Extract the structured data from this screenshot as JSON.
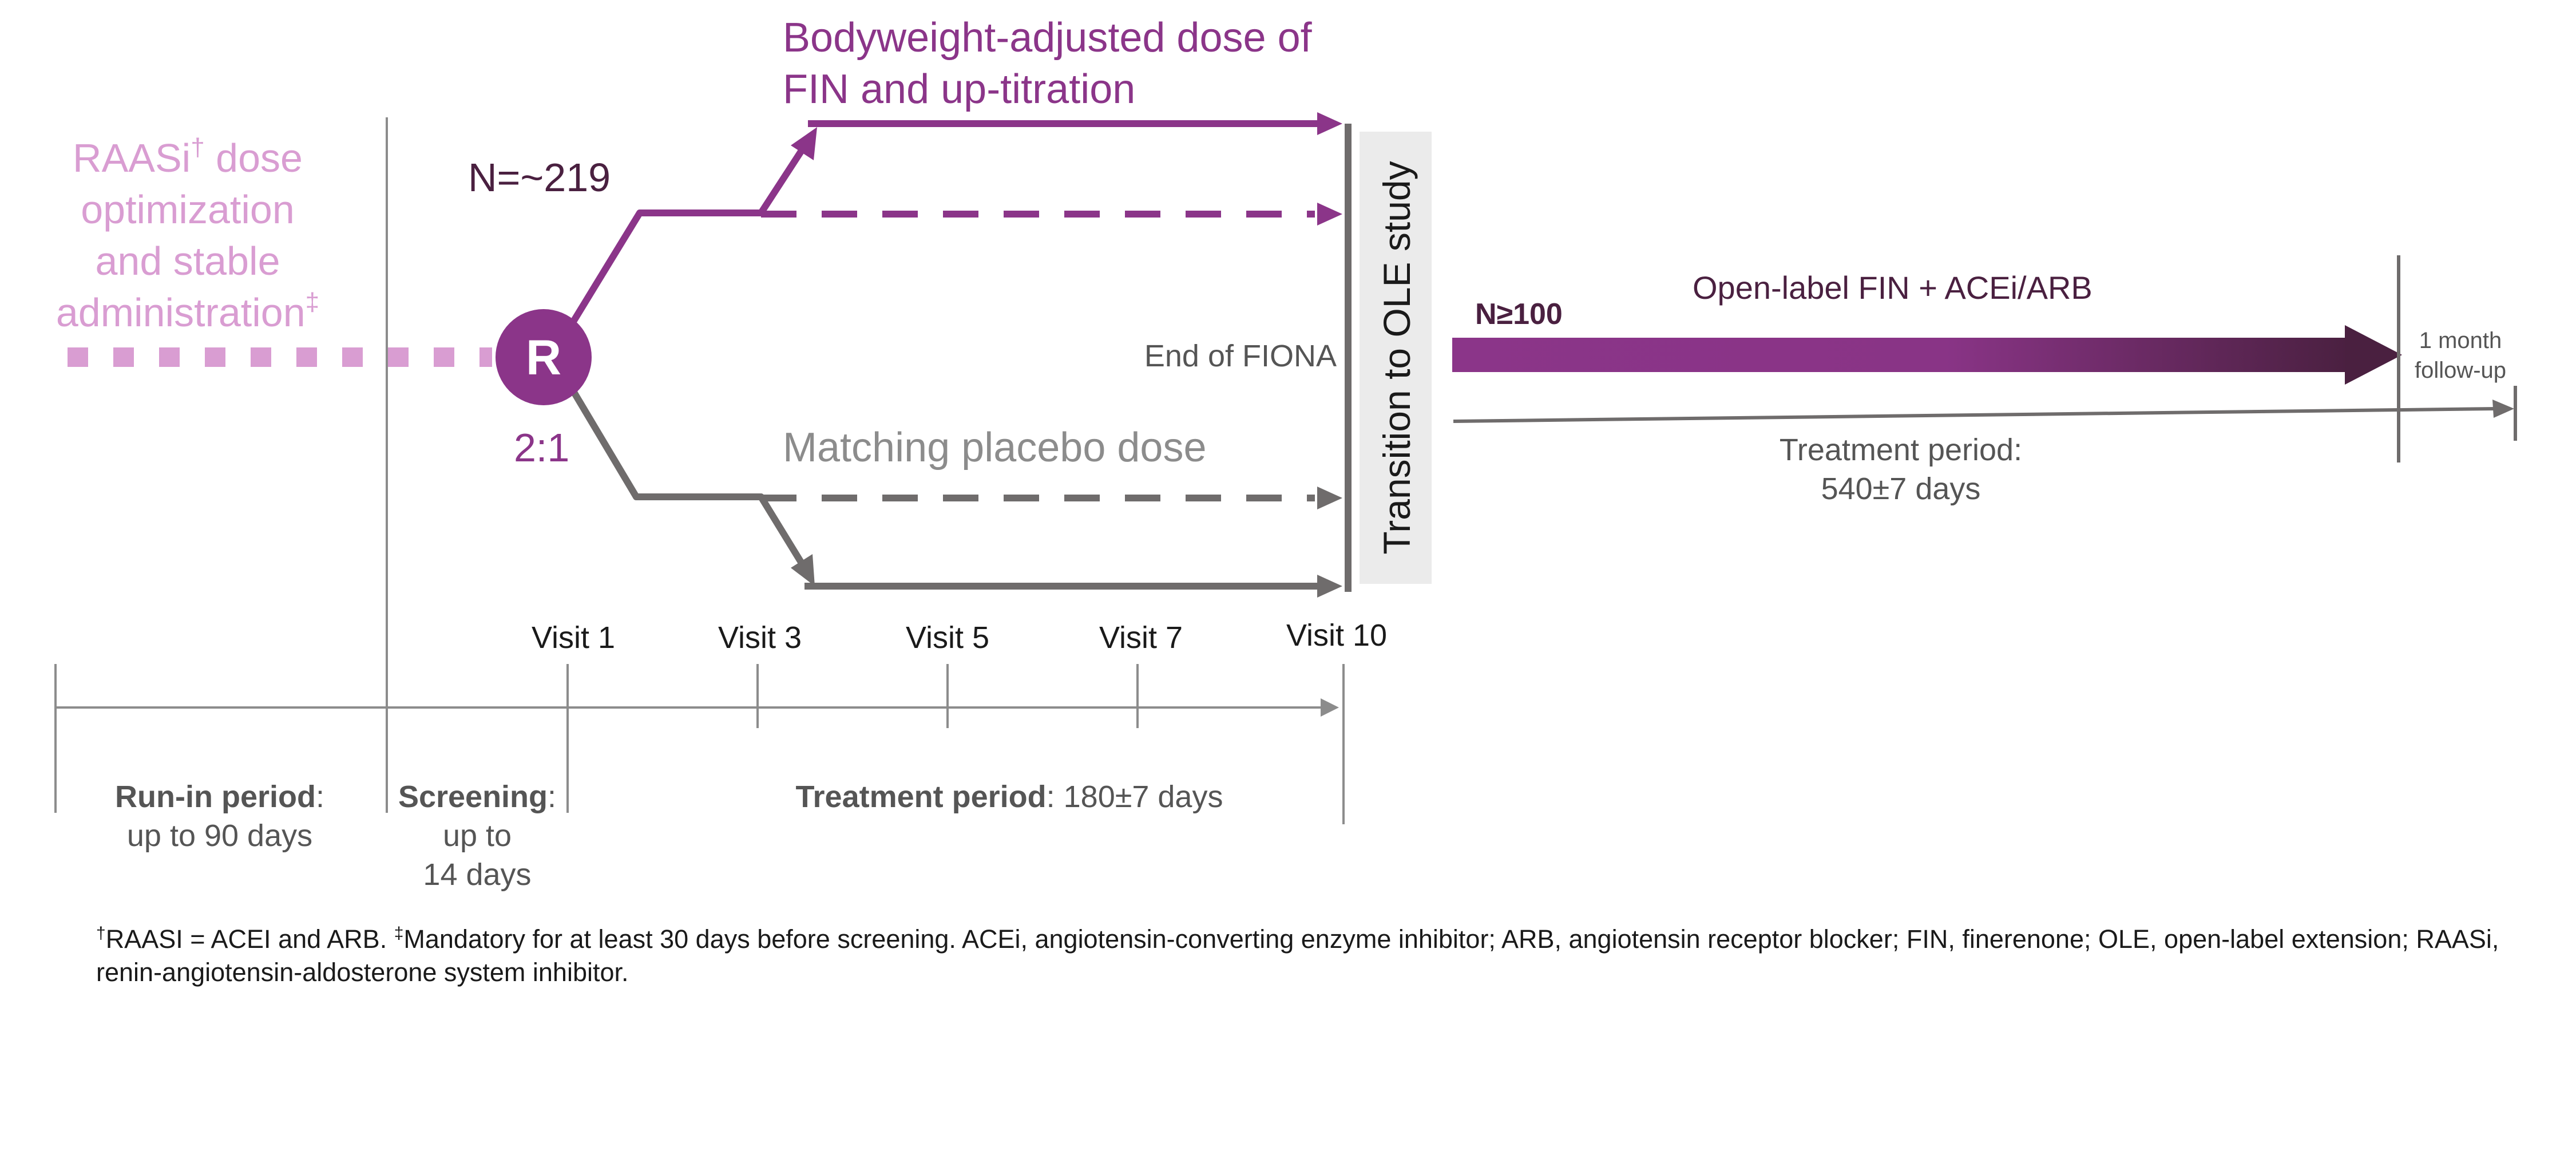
{
  "colors": {
    "purple": "#8b3589",
    "dark_purple": "#4a2040",
    "light_pink": "#d99dd2",
    "gray": "#6f6c6c",
    "light_gray_box": "#ebebeb",
    "axis_gray": "#8c8c8c",
    "text_dark": "#555555"
  },
  "raasi_block": {
    "line1_main": "RAASi",
    "line1_sup": "†",
    "line1_rest": " dose",
    "line2": "optimization",
    "line3": "and stable",
    "line4_main": "administration",
    "line4_sup": "‡"
  },
  "randomization": {
    "circle_label": "R",
    "n_label": "N=~219",
    "ratio_label": "2:1"
  },
  "arms": {
    "fin_label_line1": "Bodyweight-adjusted dose of",
    "fin_label_line2": "FIN and up-titration",
    "placebo_label": "Matching placebo dose"
  },
  "end_label": "End of FIONA",
  "transition_box_label": "Transition to OLE study",
  "ole": {
    "n_label": "N≥100",
    "arrow_label": "Open-label FIN + ACEi/ARB",
    "treatment_line1": "Treatment period:",
    "treatment_line2": "540±7 days",
    "followup_line1": "1 month",
    "followup_line2": "follow-up"
  },
  "visits": [
    "Visit 1",
    "Visit 3",
    "Visit 5",
    "Visit 7",
    "Visit 10"
  ],
  "periods": {
    "runin_bold": "Run-in period",
    "runin_colon": ":",
    "runin_line2": "up to 90 days",
    "screening_bold": "Screening",
    "screening_colon": ":",
    "screening_line2": "up to",
    "screening_line3": "14 days",
    "treatment_bold": "Treatment period",
    "treatment_rest": ": 180±7 days"
  },
  "footnote": {
    "sup1": "†",
    "part1": "RAASI = ACEI and ARB. ",
    "sup2": "‡",
    "part2": "Mandatory for at least 30 days before screening. ACEi, angiotensin-converting enzyme inhibitor; ARB, angiotensin receptor blocker; FIN, finerenone; OLE, open-label extension; RAASi, renin-angiotensin-aldosterone system inhibitor."
  }
}
